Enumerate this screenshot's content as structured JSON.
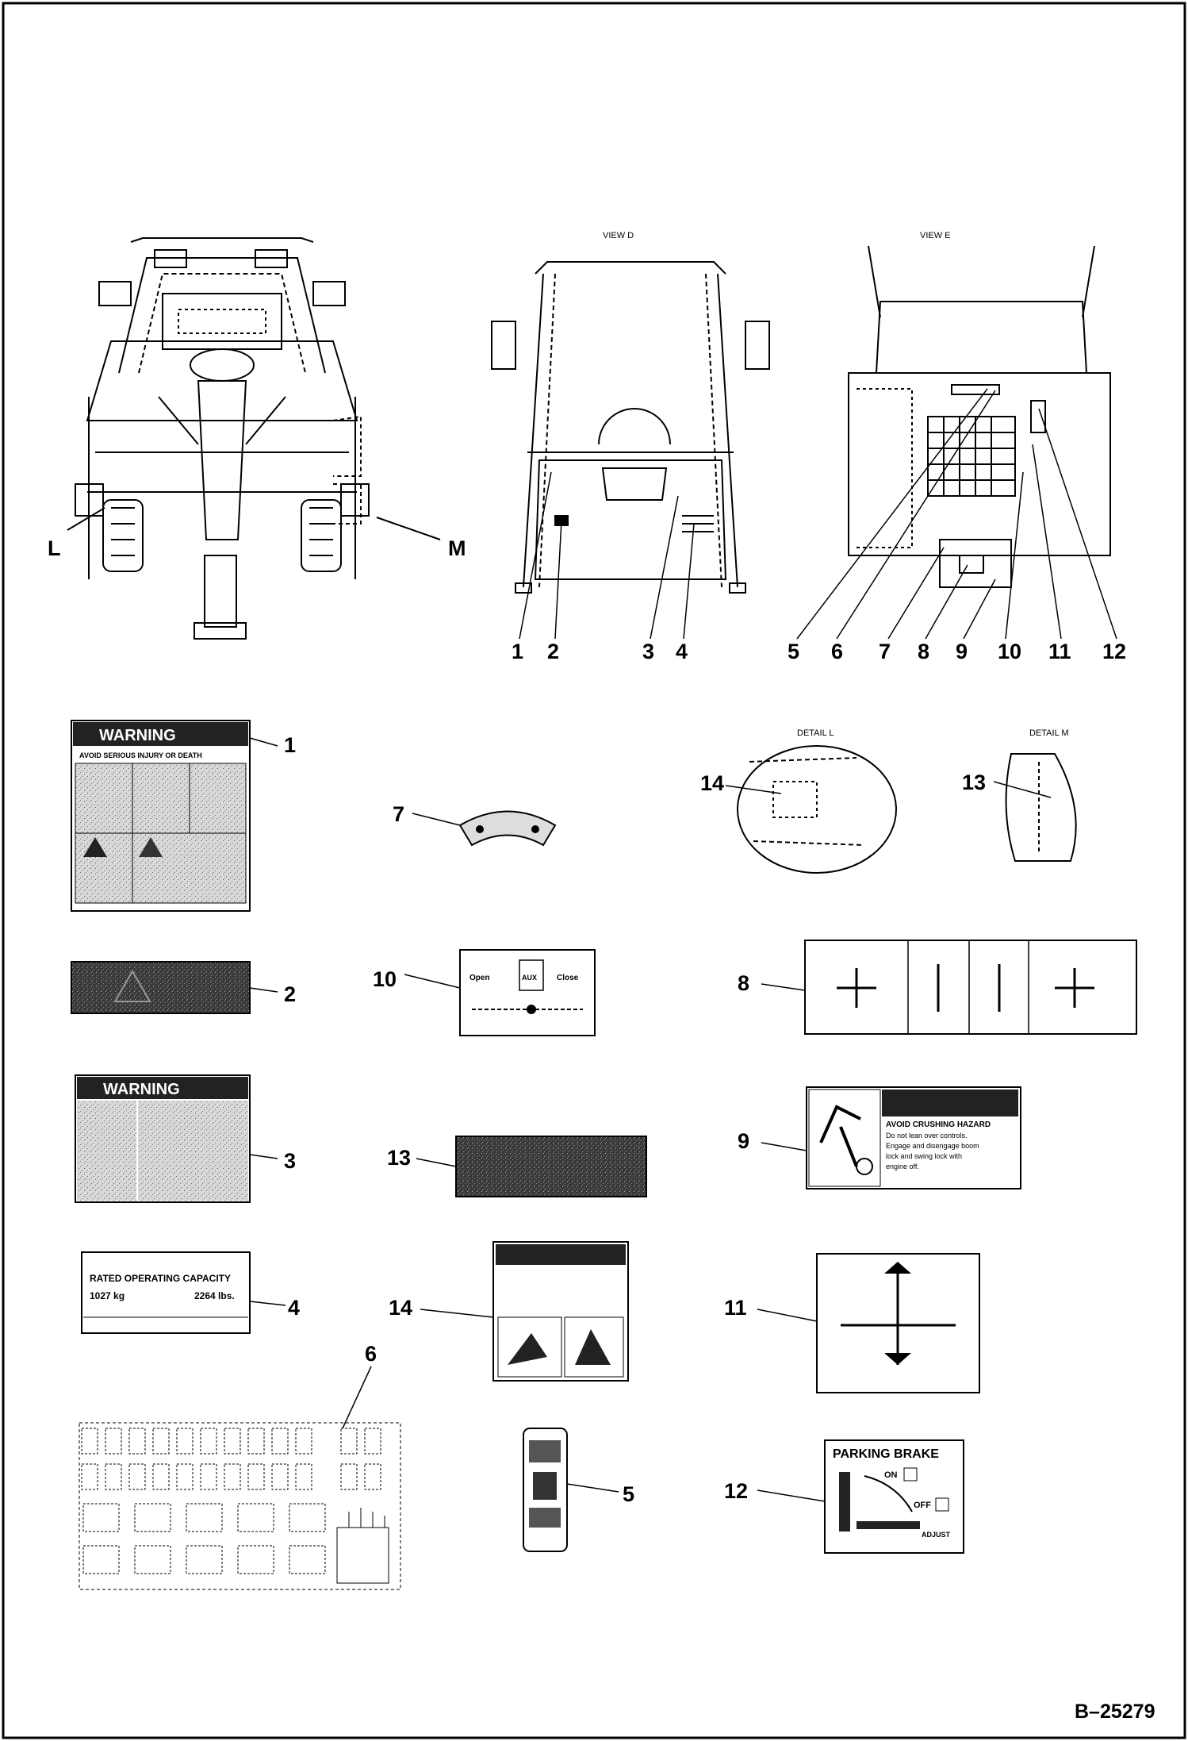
{
  "views": {
    "view_d": "VIEW D",
    "view_e": "VIEW E",
    "detail_l": "DETAIL L",
    "detail_m": "DETAIL M"
  },
  "letters": {
    "l": "L",
    "m": "M"
  },
  "callouts": {
    "c1": "1",
    "c2": "2",
    "c3": "3",
    "c4": "4",
    "c5": "5",
    "c6": "6",
    "c7": "7",
    "c8": "8",
    "c9": "9",
    "c10": "10",
    "c11": "11",
    "c12": "12",
    "c13": "13",
    "c14": "14"
  },
  "decals": {
    "d1": {
      "header": "WARNING",
      "subheader": "AVOID SERIOUS INJURY OR DEATH"
    },
    "d3": {
      "header": "WARNING"
    },
    "d4": {
      "title": "RATED OPERATING CAPACITY",
      "left": "1027 kg",
      "right": "2264 lbs."
    },
    "d9": {
      "line1": "AVOID CRUSHING HAZARD",
      "line2": "Do not lean over controls.",
      "line3": "Engage and disengage boom",
      "line4": "lock and swing lock with",
      "line5": "engine off."
    },
    "d10": {
      "left": "Open",
      "center": "AUX",
      "right": "Close"
    },
    "d12": {
      "title": "PARKING BRAKE",
      "on": "ON",
      "off": "OFF",
      "adjust": "ADJUST"
    }
  },
  "figure_ref": "B–25279",
  "colors": {
    "ink": "#000000",
    "paper": "#ffffff",
    "grey": "#555555"
  }
}
